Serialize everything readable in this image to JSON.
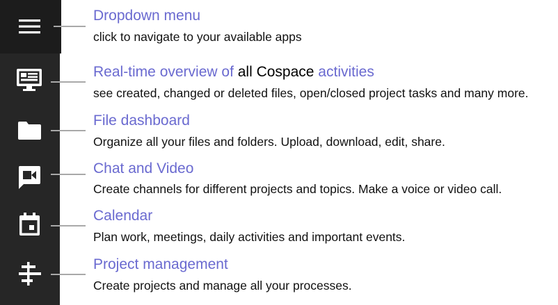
{
  "features": [
    {
      "title_parts": [
        "Dropdown menu"
      ],
      "description": "click to navigate to your available apps",
      "icon": "hamburger-menu-icon"
    },
    {
      "title_parts": [
        "Real-time overview of ",
        "all Cospace",
        " activities"
      ],
      "description": "see created, changed or deleted files, open/closed project tasks and many more.",
      "icon": "dashboard-monitor-icon"
    },
    {
      "title_parts": [
        "File dashboard"
      ],
      "description": "Organize all your files and folders. Upload, download, edit, share.",
      "icon": "folder-icon"
    },
    {
      "title_parts": [
        "Chat and Video"
      ],
      "description": "Create channels for different projects and topics. Make a voice or video call.",
      "icon": "video-chat-icon"
    },
    {
      "title_parts": [
        "Calendar"
      ],
      "description": "Plan work, meetings, daily activities and important events.",
      "icon": "calendar-icon"
    },
    {
      "title_parts": [
        "Project management"
      ],
      "description": "Create projects and manage all your processes.",
      "icon": "project-timeline-icon"
    }
  ],
  "colors": {
    "title": "#6a6ad0",
    "sidebar": "#262626",
    "menu_cell": "#1c1c1c",
    "connector": "#a9a9a9"
  }
}
